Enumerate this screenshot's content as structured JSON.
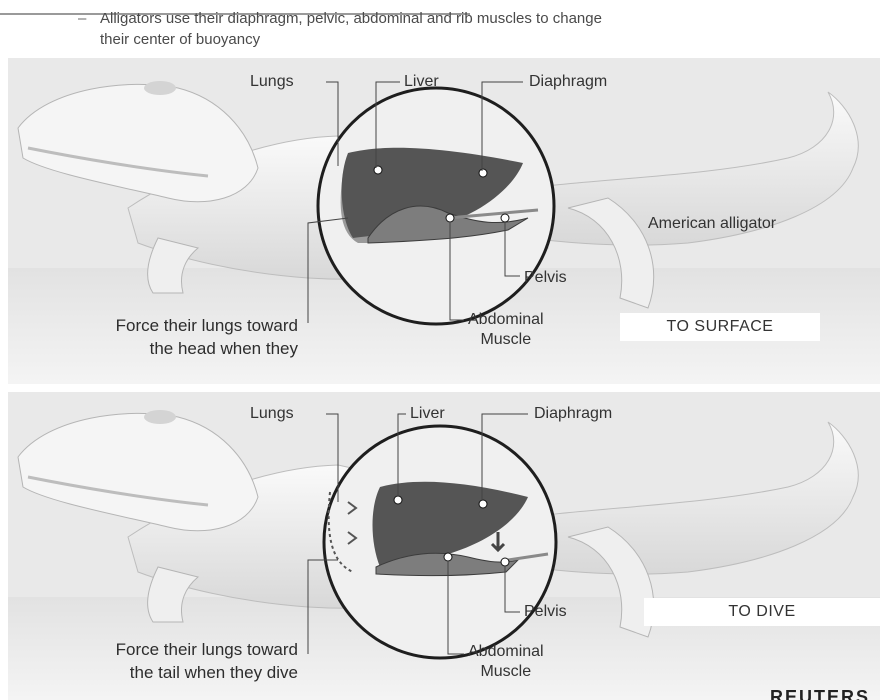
{
  "intro": {
    "bullet": "–",
    "text": "Alligators use their diaphragm, pelvic, abdominal and rib muscles to change their center of buoyancy"
  },
  "panels": [
    {
      "labels": {
        "lungs": "Lungs",
        "liver": "Liver",
        "diaphragm": "Diaphragm",
        "species": "American alligator",
        "pelvis": "Pelvis",
        "abdominal": "Abdominal\nMuscle"
      },
      "caption": "Force their lungs toward\nthe head when they",
      "badge": "TO SURFACE"
    },
    {
      "labels": {
        "lungs": "Lungs",
        "liver": "Liver",
        "diaphragm": "Diaphragm",
        "pelvis": "Pelvis",
        "abdominal": "Abdominal\nMuscle"
      },
      "caption": "Force their lungs toward\nthe tail when they dive",
      "badge": "TO DIVE"
    }
  ],
  "logo": "REUTERS",
  "colors": {
    "panel_bg": "#e9e9e9",
    "organ_dark": "#5a5a5a",
    "organ_light": "#8c8c8c",
    "body": "#f2f2f2"
  }
}
